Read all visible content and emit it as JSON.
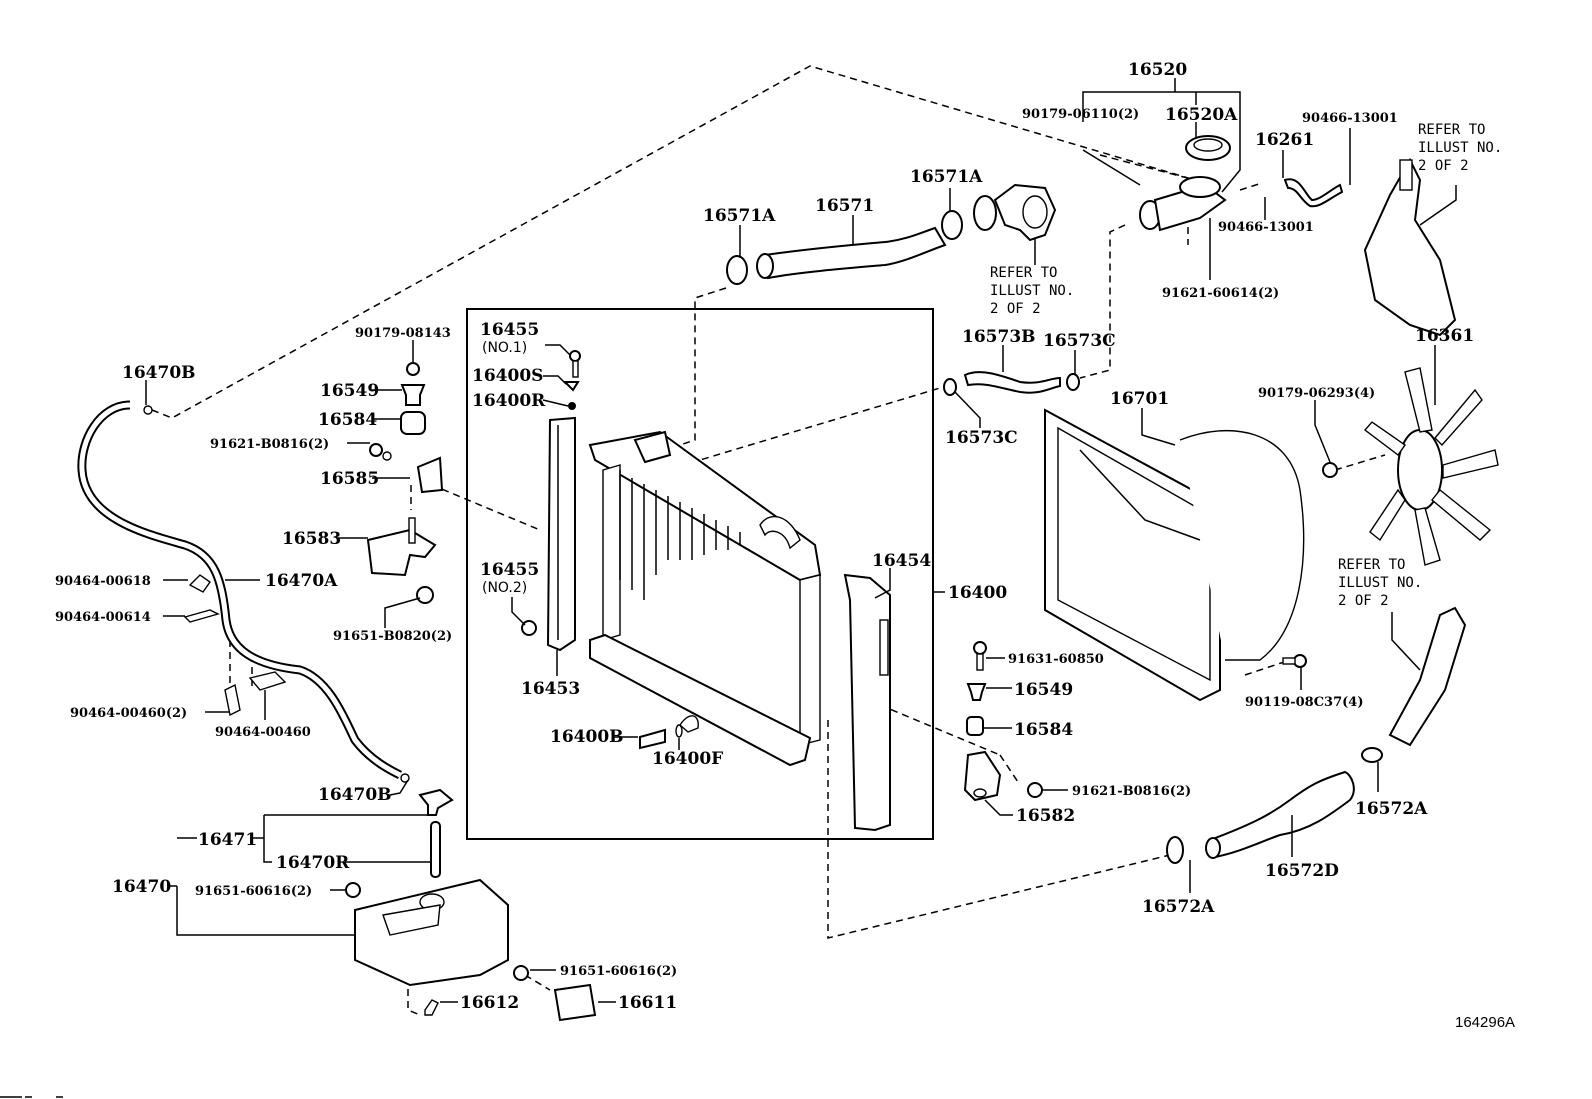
{
  "diagram": {
    "title": "Radiator & Water Outlet Parts Diagram",
    "illustration_id": "164296A",
    "refer_note": [
      "REFER TO",
      "ILLUST NO.",
      "2 OF 2"
    ],
    "labels": {
      "p16520": "16520",
      "p90179_06110": "90179-06110(2)",
      "p16520A": "16520A",
      "p90466_13001_top": "90466-13001",
      "p16261": "16261",
      "p90466_13001_mid": "90466-13001",
      "p91621_60614": "91621-60614(2)",
      "p16571A_left": "16571A",
      "p16571": "16571",
      "p16571A_right": "16571A",
      "p16573B": "16573B",
      "p16573C_top": "16573C",
      "p16573C_bot": "16573C",
      "p16361": "16361",
      "p90179_06293": "90179-06293(4)",
      "p16701": "16701",
      "p16400": "16400",
      "p16454": "16454",
      "p91631_60850": "91631-60850",
      "p16549_right": "16549",
      "p16584_right": "16584",
      "p91621_B0816_right": "91621-B0816(2)",
      "p16582": "16582",
      "p90119_08C37": "90119-08C37(4)",
      "p16572A_right": "16572A",
      "p16572D": "16572D",
      "p16572A_bot": "16572A",
      "p16455_no1": "16455",
      "p16455_no1_sub": "(NO.1)",
      "p16400S": "16400S",
      "p16400R": "16400R",
      "p16455_no2": "16455",
      "p16455_no2_sub": "(NO.2)",
      "p16453": "16453",
      "p16400B": "16400B",
      "p16400F": "16400F",
      "p90179_08143": "90179-08143",
      "p16549_left": "16549",
      "p16584_left": "16584",
      "p91621_B0816_left": "91621-B0816(2)",
      "p16585": "16585",
      "p16583": "16583",
      "p91651_B0820": "91651-B0820(2)",
      "p16470B_top": "16470B",
      "p16470A": "16470A",
      "p90464_00618": "90464-00618",
      "p90464_00614": "90464-00614",
      "p90464_00460_2": "90464-00460(2)",
      "p90464_00460": "90464-00460",
      "p16470B_bot": "16470B",
      "p16471": "16471",
      "p16470R": "16470R",
      "p16470": "16470",
      "p91651_60616_left": "91651-60616(2)",
      "p91651_60616_right": "91651-60616(2)",
      "p16612": "16612",
      "p16611": "16611"
    }
  }
}
